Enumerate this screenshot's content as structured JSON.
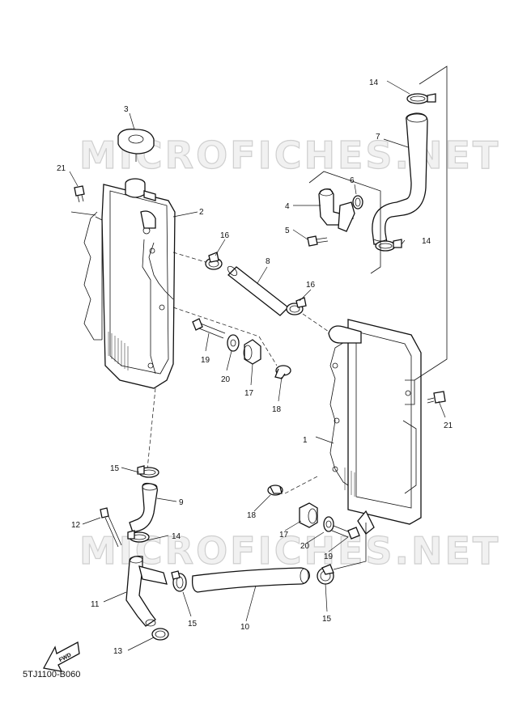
{
  "watermark": "MICROFICHES.NET",
  "diagram_code": "5TJ1100-B060",
  "fwd_label": "FWD",
  "callouts": {
    "p1": "1",
    "p2": "2",
    "p3": "3",
    "p4": "4",
    "p5": "5",
    "p6": "6",
    "p7": "7",
    "p8": "8",
    "p9": "9",
    "p10": "10",
    "p11": "11",
    "p12": "12",
    "p13": "13",
    "p14a": "14",
    "p14b": "14",
    "p14c": "14",
    "p15a": "15",
    "p15b": "15",
    "p15c": "15",
    "p16a": "16",
    "p16b": "16",
    "p17a": "17",
    "p17b": "17",
    "p18a": "18",
    "p18b": "18",
    "p19a": "19",
    "p19b": "19",
    "p20a": "20",
    "p20b": "20",
    "p21a": "21",
    "p21b": "21"
  }
}
